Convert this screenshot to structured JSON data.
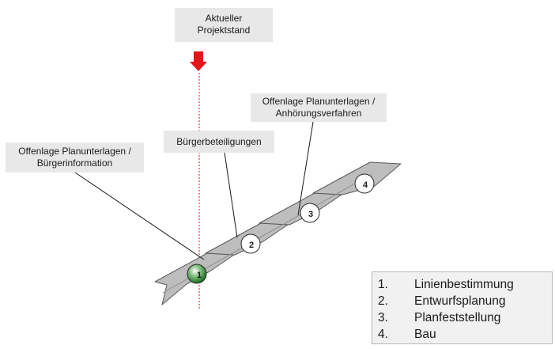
{
  "status": {
    "line1": "Aktueller",
    "line2": "Projektstand"
  },
  "callouts": {
    "offenlage_buergerinfo": {
      "line1": "Offenlage Planunterlagen /",
      "line2": "Bürgerinformation"
    },
    "buergerbeteiligungen": {
      "line1": "Bürgerbeteiligungen"
    },
    "offenlage_anhoerung": {
      "line1": "Offenlage Planunterlagen /",
      "line2": "Anhörungsverfahren"
    }
  },
  "steps": [
    {
      "number": "1",
      "active": true
    },
    {
      "number": "2",
      "active": false
    },
    {
      "number": "3",
      "active": false
    },
    {
      "number": "4",
      "active": false
    }
  ],
  "legend": [
    {
      "number": "1.",
      "label": "Linienbestimmung"
    },
    {
      "number": "2.",
      "label": "Entwurfsplanung"
    },
    {
      "number": "3.",
      "label": "Planfeststellung"
    },
    {
      "number": "4.",
      "label": "Bau"
    }
  ],
  "colors": {
    "marker": "#e8141b",
    "arrow_fill": "#bdbdbd",
    "arrow_stroke": "#5a5a5a",
    "active_step": "#3a8a3a",
    "callout_bg": "#e8e8e8"
  }
}
